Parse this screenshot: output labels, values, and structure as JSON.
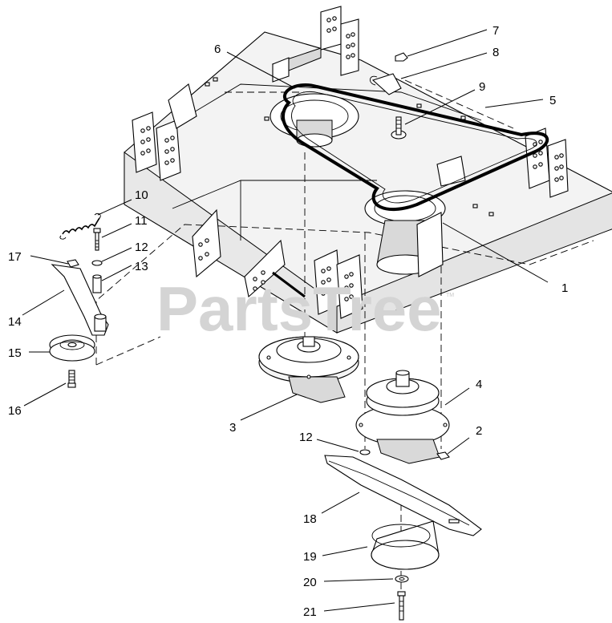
{
  "watermark": {
    "text": "PartsTree",
    "trademark": "TM"
  },
  "callouts": [
    {
      "id": "1",
      "label": "1"
    },
    {
      "id": "2",
      "label": "2"
    },
    {
      "id": "3",
      "label": "3"
    },
    {
      "id": "4",
      "label": "4"
    },
    {
      "id": "5",
      "label": "5"
    },
    {
      "id": "6",
      "label": "6"
    },
    {
      "id": "7",
      "label": "7"
    },
    {
      "id": "8",
      "label": "8"
    },
    {
      "id": "9",
      "label": "9"
    },
    {
      "id": "10",
      "label": "10"
    },
    {
      "id": "11",
      "label": "11"
    },
    {
      "id": "12a",
      "label": "12"
    },
    {
      "id": "12b",
      "label": "12"
    },
    {
      "id": "13",
      "label": "13"
    },
    {
      "id": "14",
      "label": "14"
    },
    {
      "id": "15",
      "label": "15"
    },
    {
      "id": "16",
      "label": "16"
    },
    {
      "id": "17",
      "label": "17"
    },
    {
      "id": "18",
      "label": "18"
    },
    {
      "id": "19",
      "label": "19"
    },
    {
      "id": "20",
      "label": "20"
    },
    {
      "id": "21",
      "label": "21"
    }
  ]
}
